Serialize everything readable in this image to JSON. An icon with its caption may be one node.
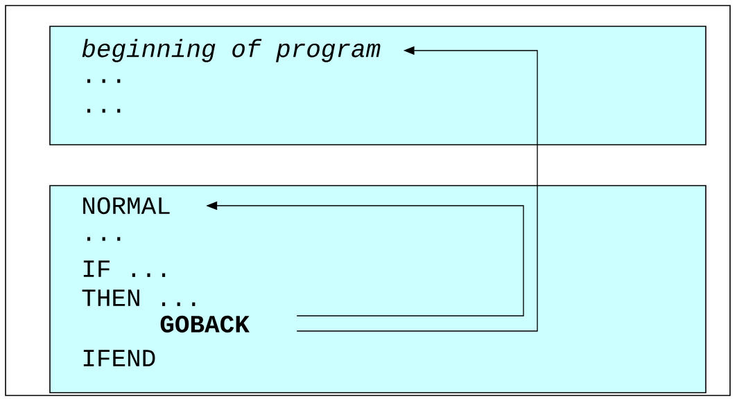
{
  "diagram": {
    "nodes": [
      {
        "text": [],
        "shape": "box"
      },
      {
        "text": [
          "beginning of program"
        ],
        "in": 0
      },
      {
        "text": [
          "..."
        ],
        "in": 0
      },
      {
        "text": [
          "..."
        ],
        "in": 0
      },
      {
        "text": [],
        "shape": "box"
      },
      {
        "text": [
          "NORMAL"
        ],
        "in": 4
      },
      {
        "text": [
          "..."
        ],
        "in": 4
      },
      {
        "text": [
          "IF ..."
        ],
        "in": 4
      },
      {
        "text": [
          "THEN ..."
        ],
        "in": 4
      },
      {
        "text": [
          "GOBACK"
        ],
        "in": 4
      },
      {
        "text": [
          "IFEND"
        ],
        "in": 4
      }
    ],
    "edges": [
      {
        "from": 9,
        "to": 5,
        "arrow": "to"
      },
      {
        "from": 9,
        "to": 1,
        "arrow": "to"
      }
    ]
  }
}
